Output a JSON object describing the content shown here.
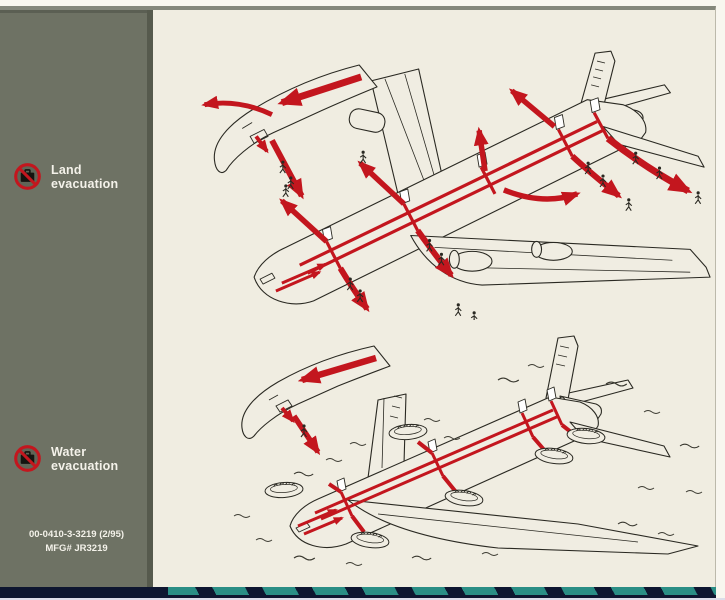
{
  "card": {
    "sidebar": {
      "items": [
        {
          "label": "Land evacuation",
          "icon": "no-baggage-icon"
        },
        {
          "label": "Water evacuation",
          "icon": "no-baggage-icon"
        }
      ],
      "part_number_line1": "00-0410-3-3219 (2/95)",
      "part_number_line2": "MFG# JR3219"
    },
    "diagrams": [
      {
        "name": "land-evacuation-diagram",
        "subject": "aircraft with evacuation slides and exit arrows on land"
      },
      {
        "name": "water-evacuation-diagram",
        "subject": "aircraft floating in water with life rafts at exits"
      }
    ],
    "colors": {
      "sidebar_olive": "#6e7264",
      "sidebar_edge": "#565a4d",
      "card_cream": "#f0ede1",
      "arrow_red": "#c3161e",
      "line_art": "#2a2922",
      "band_navy": "#0e1630",
      "band_teal": "#2a8e85",
      "text_white": "#f4f2ea"
    }
  }
}
